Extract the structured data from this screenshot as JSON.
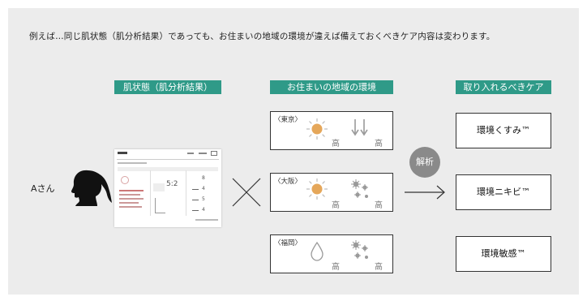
{
  "intro": "例えば…同じ肌状態（肌分析結果）であっても、お住まいの地域の環境が違えば備えておくべきケア内容は変わります。",
  "headers": {
    "skin": "肌状態（肌分析結果）",
    "region": "お住まいの地域の環境",
    "care": "取り入れるべきケア"
  },
  "person": {
    "label": "Aさん"
  },
  "report": {
    "values": [
      "5:2",
      "8",
      "4",
      "5",
      "4"
    ]
  },
  "regions": [
    {
      "city": "〈東京〉",
      "factor1": "高",
      "factor2": "高",
      "icon1": "sun-icon",
      "icon2": "down-arrows-icon"
    },
    {
      "city": "〈大阪〉",
      "factor1": "高",
      "factor2": "高",
      "icon1": "sun-icon",
      "icon2": "pollen-icon"
    },
    {
      "city": "〈福岡〉",
      "factor1": "高",
      "factor2": "高",
      "icon1": "water-drop-icon",
      "icon2": "pollen-icon"
    }
  ],
  "analysis_label": "解析",
  "care_items": [
    "環境くすみ™",
    "環境ニキビ™",
    "環境敏感™"
  ],
  "colors": {
    "accent": "#2f9a88",
    "panel_bg": "#ececec",
    "sun": "#e5a75a",
    "icon_gray": "#9a9a9a"
  }
}
